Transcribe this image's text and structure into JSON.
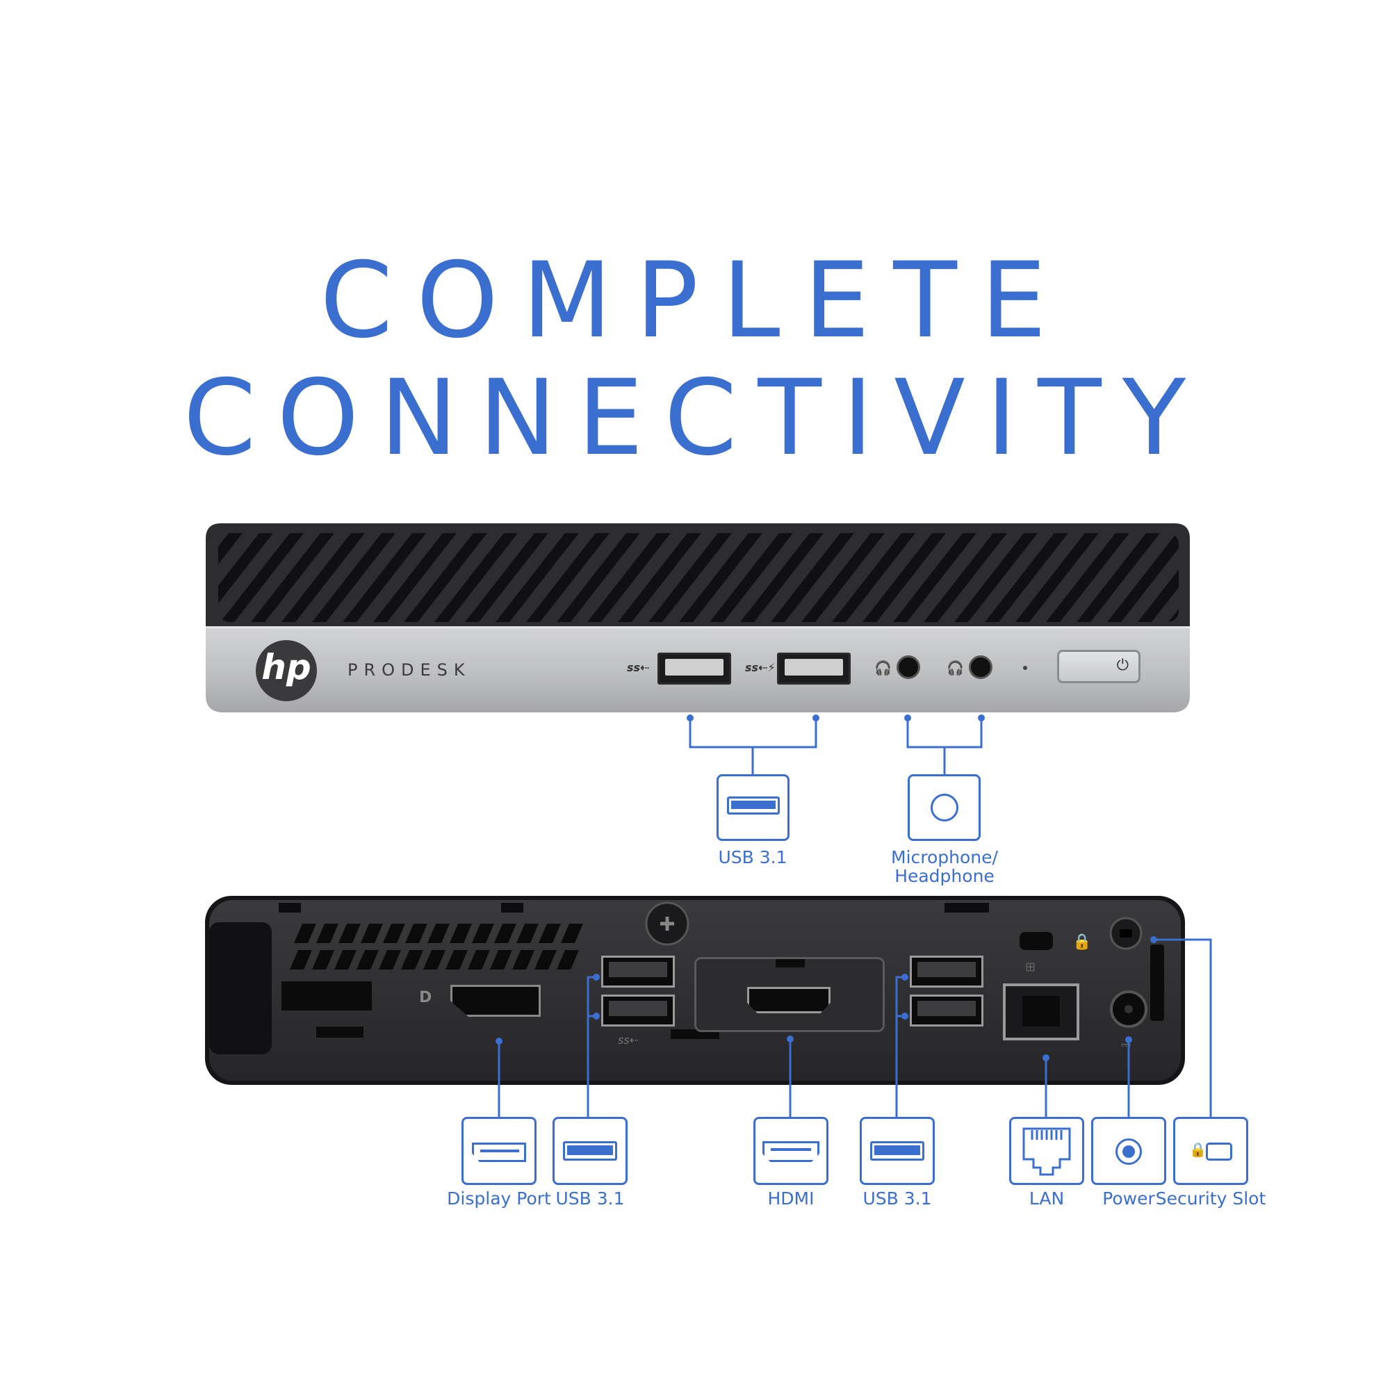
{
  "title": {
    "line1": "COMPLETE",
    "line2": "CONNECTIVITY"
  },
  "colors": {
    "accent": "#3a6fcf",
    "chassis_dark": "#2a2a2c",
    "chassis_silver": "#c4c5c7"
  },
  "front_panel": {
    "logo_text": "hp",
    "brand": "PRODESK",
    "port_icons": [
      "usb-ss-icon",
      "usb-ss-charge-icon",
      "headphone-icon",
      "headset-icon",
      "power-icon"
    ]
  },
  "front_callouts": [
    {
      "label": "USB 3.1",
      "icon": "usb-port-icon"
    },
    {
      "label": "Microphone/\nHeadphone",
      "icon": "audio-jack-icon"
    }
  ],
  "rear_callouts": [
    {
      "label": "Display Port",
      "icon": "displayport-icon"
    },
    {
      "label": "USB 3.1",
      "icon": "usb-port-icon"
    },
    {
      "label": "HDMI",
      "icon": "hdmi-icon"
    },
    {
      "label": "USB 3.1",
      "icon": "usb-port-icon"
    },
    {
      "label": "LAN",
      "icon": "lan-icon"
    },
    {
      "label": "Power",
      "icon": "power-jack-icon"
    },
    {
      "label": "Security Slot",
      "icon": "security-lock-icon"
    }
  ]
}
